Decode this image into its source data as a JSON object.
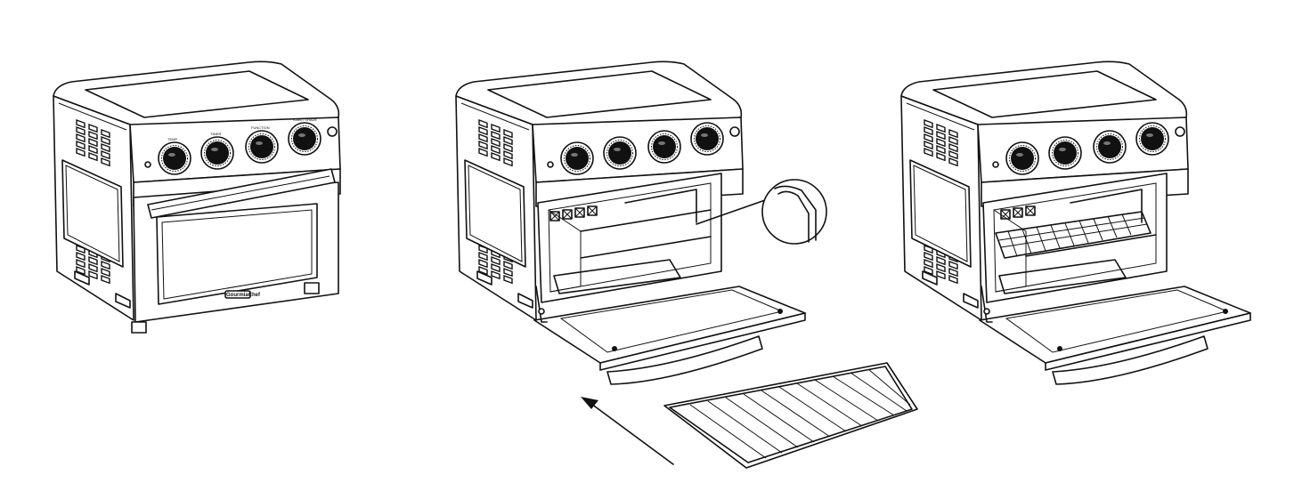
{
  "figure": {
    "brand_label": "GourmiaChef",
    "knob_labels": [
      "TEMP",
      "TIMER",
      "FUNCTION",
      "TOAST SHADE"
    ],
    "steps": [
      "closed-oven",
      "oven-door-open-insert-rack",
      "rack-installed"
    ]
  }
}
